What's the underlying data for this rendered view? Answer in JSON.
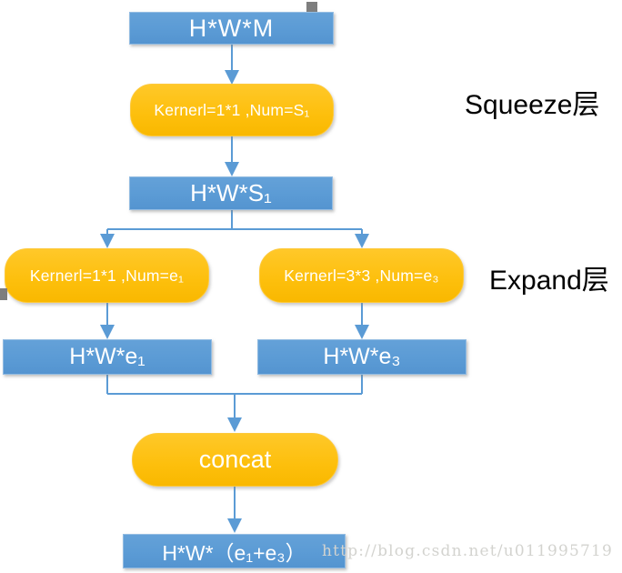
{
  "diagram": {
    "title_context": "SqueezeNet Fire module structure",
    "nodes": {
      "input": {
        "label": "H*W*M"
      },
      "squeeze_conv": {
        "label": "Kernerl=1*1 ,Num=S₁"
      },
      "squeeze_out": {
        "label": "H*W*S₁"
      },
      "expand1_conv": {
        "label": "Kernerl=1*1 ,Num=e₁"
      },
      "expand3_conv": {
        "label": "Kernerl=3*3 ,Num=e₃"
      },
      "expand1_out": {
        "label": "H*W*e₁"
      },
      "expand3_out": {
        "label": "H*W*e₃"
      },
      "concat": {
        "label": "concat"
      },
      "output": {
        "label": "H*W*（e₁+e₃）"
      }
    },
    "annotations": {
      "squeeze_layer": "Squeeze层",
      "expand_layer": "Expand层"
    },
    "watermark": "http://blog.csdn.net/u011995719",
    "colors": {
      "node_blue": "#5B9BD5",
      "node_orange": "#FDBF0C",
      "connector": "#5B9BD5",
      "annotation_text": "#000000",
      "node_text": "#FFFFFF",
      "watermark_text": "#D3D3CF"
    }
  }
}
